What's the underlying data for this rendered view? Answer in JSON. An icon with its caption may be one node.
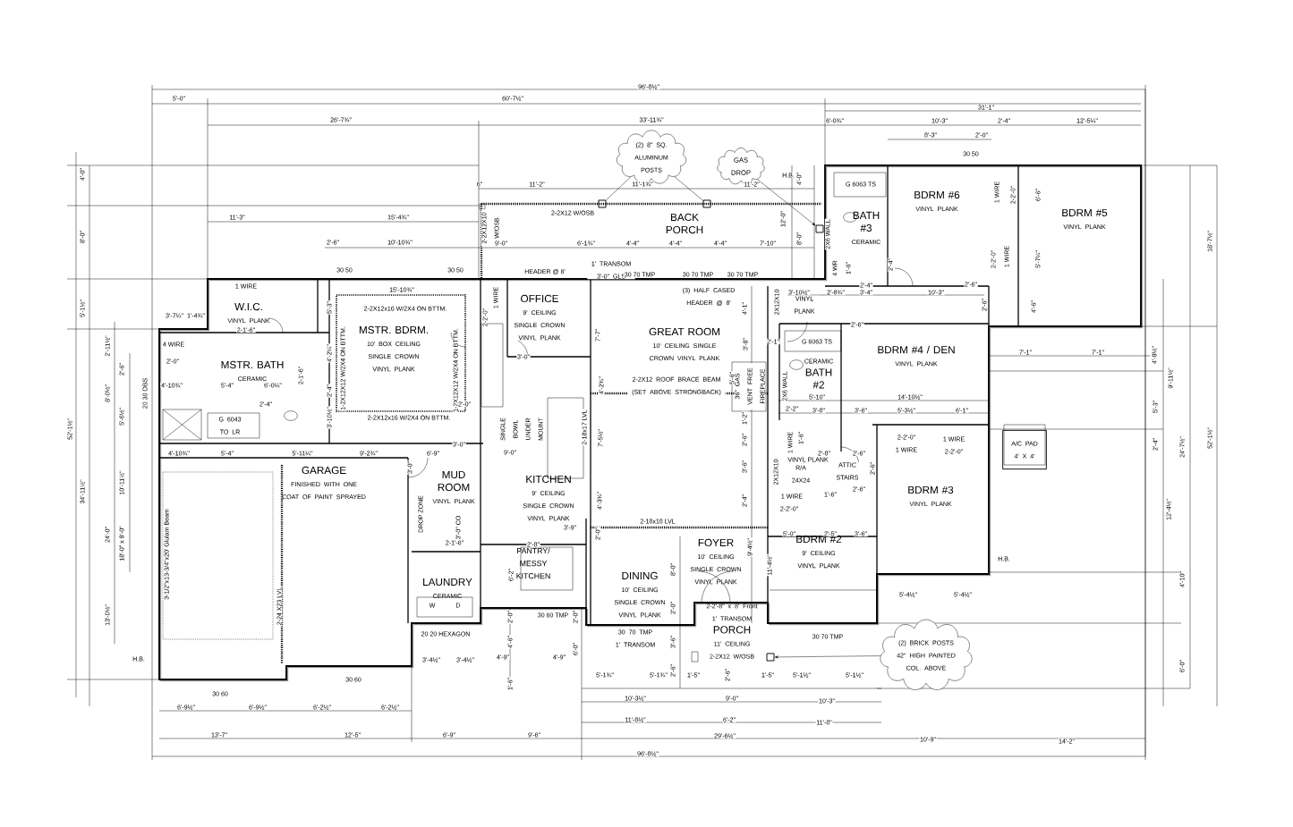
{
  "diagram": {
    "nodes": [
      {
        "text": [
          "W.I.C.",
          "VINYL PLANK"
        ]
      },
      {
        "text": [
          "MSTR. BATH",
          "CERAMIC"
        ]
      },
      {
        "text": [
          "MSTR. BDRM.",
          "10' BOX CEILING SINGLE CROWN VINYL PLANK"
        ]
      },
      {
        "text": [
          "OFFICE",
          "9' CEILING SINGLE CROWN VINYL PLANK"
        ]
      },
      {
        "text": [
          "BACK PORCH"
        ]
      },
      {
        "text": [
          "GREAT ROOM",
          "10' CEILING SINGLE CROWN VINYL PLANK"
        ]
      },
      {
        "text": [
          "BDRM #6",
          "VINYL PLANK"
        ]
      },
      {
        "text": [
          "BATH #3",
          "CERAMIC"
        ]
      },
      {
        "text": [
          "BDRM #5",
          "VINYL PLANK"
        ]
      },
      {
        "text": [
          "BDRM #4 / DEN",
          "VINYL PLANK"
        ]
      },
      {
        "text": [
          "CERAMIC",
          "BATH #2"
        ]
      },
      {
        "text": [
          "BDRM #3",
          "VINYL PLANK"
        ]
      },
      {
        "text": [
          "GARAGE",
          "FINISHED WITH ONE COAT OF PAINT SPRAYED"
        ]
      },
      {
        "text": [
          "MUD ROOM",
          "VINYL PLANK"
        ]
      },
      {
        "text": [
          "KITCHEN",
          "9' CEILING SINGLE CROWN VINYL PLANK"
        ]
      },
      {
        "text": [
          "LAUNDRY",
          "CERAMIC"
        ]
      },
      {
        "text": [
          "PANTRY/ MESSY KITCHEN"
        ]
      },
      {
        "text": [
          "DINING",
          "10' CEILING SINGLE CROWN VINYL PLANK"
        ]
      },
      {
        "text": [
          "FOYER",
          "10' CEILING SINGLE CROWN VINYL PLANK"
        ]
      },
      {
        "text": [
          "BDRM #2",
          "9' CEILING VINYL PLANK"
        ]
      },
      {
        "text": [
          "2-2'-8\" x 8' Front 1' TRANSOM",
          "PORCH",
          "11' CEILING",
          "2-2X12 W/OSB"
        ]
      },
      {
        "text": [
          "A/C PAD 4' X 4'"
        ]
      },
      {
        "text": [
          "(2) 8\" SQ. ALUMINUM POSTS"
        ]
      },
      {
        "text": [
          "GAS DROP"
        ]
      },
      {
        "text": [
          "(2) BRICK POSTS 42\" HIGH PAINTED COL. ABOVE"
        ]
      },
      {
        "text": [],
        "shape": "box"
      },
      {
        "text": [],
        "shape": "box"
      },
      {
        "text": [],
        "shape": "box"
      },
      {
        "text": [],
        "shape": "box"
      }
    ],
    "edges": [
      {
        "from": 22,
        "to": 25,
        "arrow": "none"
      },
      {
        "from": 22,
        "to": 26,
        "arrow": "none"
      },
      {
        "from": 23,
        "to": 28,
        "arrow": "to"
      },
      {
        "from": 24,
        "to": 27,
        "arrow": "to"
      }
    ],
    "labels": [
      "96'-8½\"",
      "5'-0\"",
      "60'-7½\"",
      "31'-1\"",
      "26'-7¾\"",
      "33'-11¾\"",
      "6'-0¾\"",
      "10'-3\"",
      "2'-4\"",
      "12'-5¼\"",
      "8'-3\"",
      "2'-0\"",
      "30 50",
      "6\"",
      "11'-2\"",
      "11'-1¾\"",
      "11'-2\"",
      "H.B.",
      "4'-0\"",
      "2-2X12 W/OSB",
      "2-2X12X10 W/OSB",
      "11'-3\"",
      "15'-4¾\"",
      "2'-6\"",
      "10'-10¾\"",
      "9'-0\"",
      "6'-1¾\"",
      "4'-4\"",
      "4'-4\"",
      "4'-4\"",
      "7'-10\"",
      "12'-0\"",
      "8'-0\"",
      "30 50",
      "30 50",
      "HEADER @ 8'",
      "1' TRANSOM 3'-0\" GLS",
      "30 70 TMP",
      "30 70 TMP",
      "30 70 TMP",
      "G 6063 TS",
      "2X6 WALL",
      "4 WR",
      "1'-6\"",
      "2'-4\"",
      "2'-4\"",
      "1 WIRE",
      "2-2'-0\"",
      "6'-6\"",
      "2-2'-0\"",
      "1 WIRE",
      "5'-7¼\"",
      "2'-6\"",
      "(3) HALF CASED HEADER @ 8'",
      "4'-1\"",
      "3'-10½\"",
      "2'-8¾\"",
      "3'-4\"",
      "10'-3\"",
      "2X12X10",
      "VINYL PLANK",
      "2'-6\"",
      "4'-6\"",
      "1 WIRE",
      "15'-10¾\"",
      "5'-3\"",
      "2-2X12x16 W/2X4 ON BTTM.",
      "1 WIRE",
      "2-2'-0\"",
      "3'-7¼\"",
      "1'-4¾\"",
      "4 WIRE",
      "2-1'-6\"",
      "2'-0\"",
      "1-2X12X12 W/2X4 ON BTTM.",
      "1-2X12X12 W/2X4 ON BTTM.",
      "4'-2¼\"",
      "2-1'-6\"",
      "4'-10¾\"",
      "5'-4\"",
      "6'-0¼\"",
      "2'-4\"",
      "2'-4\"",
      "2'-0\"",
      "G 6043 TO LR",
      "3'-10½\"",
      "2-2X12x16 W/2X4 ON BTTM.",
      "20 30 OBS",
      "3'-0\"",
      "4'-10¾\"",
      "5'-4\"",
      "5'-11¼\"",
      "9'-2¾\"",
      "6'-9\"",
      "3'-0\"",
      "9'-0\"",
      "SINGLE BOWL UNDER MOUNT",
      "2-18x17 LVL",
      "7'-5½\"",
      "4'-2¾\"",
      "7'-7\"",
      "2-2X12 ROOF BRACE BEAM (SET ABOVE STRONGBACK)",
      "3'-8\"",
      "2'-1\"",
      "G 6063 TS",
      "5'-6\"",
      "36\" GAS VENT FREE FIREPLACE",
      "2X6 WALL",
      "5'-10\"",
      "14'-10½\"",
      "2'-2\"",
      "3'-8\"",
      "3'-6\"",
      "5'-3½\"",
      "6'-1\"",
      "1'-2\"",
      "2'-6\"",
      "1 WIRE",
      "1'-6\"",
      "2'-8\"",
      "2'-6\"",
      "2-2'-0\"",
      "1 WIRE",
      "1 WIRE",
      "2-2'-0\"",
      "VINYL PLANK",
      "R/A 24X24",
      "ATTIC STAIRS",
      "2'-6\"",
      "2X12X10",
      "3'-6\"",
      "2'-6\"",
      "1 WIRE",
      "1'-6\"",
      "2-2'-0\"",
      "2'-4\"",
      "2-18x18 LVL",
      "5'-0\"",
      "2'-5\"",
      "3'-6\"",
      "7'-1\"",
      "7'-1\"",
      "4'-8½\"",
      "9'-11½\"",
      "5'-3\"",
      "2'-4\"",
      "24'-7½\"",
      "52'-1½\"",
      "18'-7½\"",
      "12'-4½\"",
      "H.B.",
      "4'-10\"",
      "6'-0\"",
      "5'-4½\"",
      "5'-4½\"",
      "30 70 TMP",
      "11'-4½\"",
      "9'-4½\"",
      "8'-0\"",
      "2'-0\"",
      "3'-6\"",
      "5'-1¾\"",
      "5'-1¾\"",
      "2'-6\"",
      "1'-5\"",
      "2'-6\"",
      "1'-5\"",
      "5'-1½\"",
      "5'-1½\"",
      "30 70 TMP 1' TRANSOM",
      "10'-3½\"",
      "9'-0\"",
      "10'-3\"",
      "11'-8½\"",
      "6'-2\"",
      "11'-8\"",
      "29'-6½\"",
      "10'-9\"",
      "14'-2\"",
      "96'-8½\"",
      "13'-7\"",
      "12'-5\"",
      "6'-9\"",
      "9'-6\"",
      "6'-9½\"",
      "6'-9½\"",
      "6'-2½\"",
      "6'-2½\"",
      "30 60",
      "30 60",
      "H.B.",
      "20 20 HEXAGON",
      "30 60 TMP",
      "2'-0\"",
      "2'-0\"",
      "4'-6\"",
      "6'-0\"",
      "3'-4½\"",
      "3'-4½\"",
      "4'-9\"",
      "4'-9\"",
      "1'-6\"",
      "W",
      "D",
      "6'-2\"",
      "2'-8\"",
      "3'-9\"",
      "2'-0\"",
      "2-1'-6\"",
      "DROP ZONE",
      "3'-0\" CO",
      "4'-0\"",
      "8'-0\"",
      "5'-1½\"",
      "2'-11½\"",
      "2'-6\"",
      "8'-0½\"",
      "5'-6½\"",
      "34'-11½\"",
      "10'-11½\"",
      "52'-1½\"",
      "24'-0\"",
      "18'-0\" x 8'-0\"",
      "13'-0½\"",
      "3-1/2\"x13-3/4\"x20' Glulam Beam",
      "2-24 X23 LVL",
      "3'-0\"",
      "4'-3¾\"",
      "2'-6\""
    ]
  }
}
